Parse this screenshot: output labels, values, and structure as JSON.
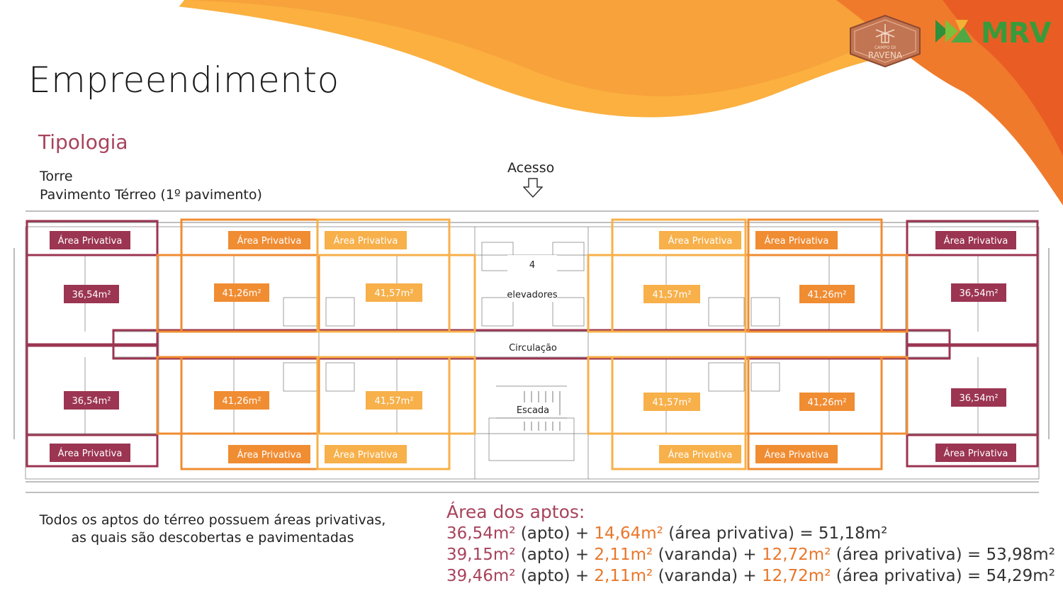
{
  "header": {
    "title": "Empreendimento",
    "subtitle": "Tipologia",
    "torre_line1": "Torre",
    "torre_line2": "Pavimento Térreo (1º pavimento)",
    "acesso": "Acesso"
  },
  "logos": {
    "badge_line1": "CAMPO DI",
    "badge_line2": "RAVENA",
    "brand": "MRV"
  },
  "plan": {
    "area_privativa": "Área Privativa",
    "elevadores_line1": "4",
    "elevadores_line2": "elevadores",
    "circulacao": "Circulação",
    "escada": "Escada",
    "units_top": [
      "36,54m²",
      "41,26m²",
      "41,57m²",
      "41,57m²",
      "41,26m²",
      "36,54m²"
    ],
    "units_bottom": [
      "36,54m²",
      "41,26m²",
      "41,57m²",
      "41,57m²",
      "41,26m²",
      "36,54m²"
    ]
  },
  "note": {
    "line1": "Todos os aptos do térreo possuem áreas privativas,",
    "line2": "as quais são descobertas e pavimentadas"
  },
  "areas": {
    "heading": "Área dos aptos:",
    "row1": {
      "a": "36,54m²",
      "a_label": " (apto) + ",
      "b": "14,64m²",
      "b_label": " (área privativa) = 51,18m²"
    },
    "row2": {
      "a": "39,15m²",
      "a_label": " (apto) + ",
      "b": "2,11m²",
      "b_label": " (varanda) + ",
      "c": "12,72m²",
      "c_label": " (área privativa) = 53,98m²"
    },
    "row3": {
      "a": "39,46m²",
      "a_label": " (apto) + ",
      "b": "2,11m²",
      "b_label": " (varanda) + ",
      "c": "12,72m²",
      "c_label": " (área privativa) = 54,29m²"
    }
  },
  "colors": {
    "wine": "#9b3552",
    "orange": "#f08c32",
    "light_orange": "#f7b04a",
    "wave_dark": "#f07a2c",
    "wave_light": "#fbb040"
  }
}
